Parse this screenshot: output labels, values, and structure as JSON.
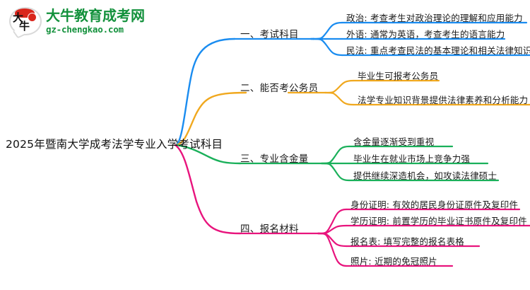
{
  "logo": {
    "mark_char_1": "大",
    "mark_char_2": "牛",
    "title": "大牛教育成考网",
    "domain": "gz-chengkao.com",
    "brand_green": "#13913c",
    "brand_red": "#d9261c"
  },
  "mindmap": {
    "root": "2025年暨南大学成考法学专业入学考试科目",
    "branches": [
      {
        "label": "一、考试科目",
        "color": "#1a8cf0",
        "children": [
          "政治: 考查考生对政治理论的理解和应用能力",
          "外语: 通常为英语，考查考生的语言能力",
          "民法: 重点考查民法的基本理论和相关法律知识"
        ]
      },
      {
        "label": "二、能否考公务员",
        "color": "#f0a81e",
        "children": [
          "毕业生可报考公务员",
          "法学专业知识背景提供法律素养和分析能力"
        ]
      },
      {
        "label": "三、专业含金量",
        "color": "#1ab05a",
        "children": [
          "含金量逐渐受到重视",
          "毕业生在就业市场上竞争力强",
          "提供继续深造机会，如攻读法律硕士"
        ]
      },
      {
        "label": "四、报名材料",
        "color": "#e8147d",
        "children": [
          "身份证明: 有效的居民身份证原件及复印件",
          "学历证明: 前置学历的毕业证书原件及复印件",
          "报名表: 填写完整的报名表格",
          "照片: 近期的免冠照片"
        ]
      }
    ]
  }
}
